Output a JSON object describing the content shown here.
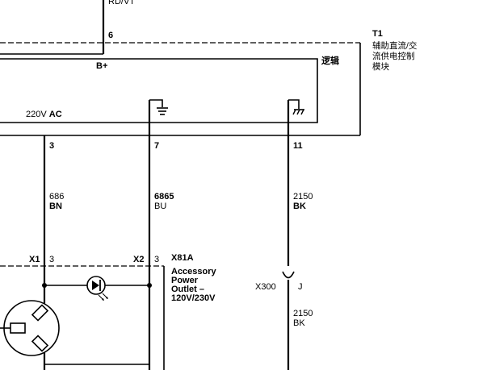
{
  "top_wire": {
    "label": "RD/VT",
    "pin": "6"
  },
  "module": {
    "id": "T1",
    "name_line1": "辅助直流/交",
    "name_line2": "流供电控制",
    "name_line3": "模块",
    "supply_label": "B+",
    "logic_label": "逻辑",
    "ac_label_prefix": "220V",
    "ac_label_suffix": "AC",
    "pins": [
      "3",
      "7",
      "11"
    ]
  },
  "wires": [
    {
      "circuit": "686",
      "color": "BN"
    },
    {
      "circuit": "6865",
      "color": "BU"
    },
    {
      "circuit": "2150",
      "color": "BK"
    },
    {
      "circuit": "2150",
      "color": "BK"
    }
  ],
  "outlet": {
    "id": "X81A",
    "desc_line1": "Accessory",
    "desc_line2": "Power",
    "desc_line3": "Outlet –",
    "desc_line4": "120V/230V",
    "connector1": "X1",
    "connector1_pin": "3",
    "connector2": "X2",
    "connector2_pin": "3"
  },
  "inline_connector": {
    "id": "X300",
    "pin": "J"
  },
  "icons": [
    "chassis-ground-icon",
    "signal-ground-icon",
    "led-lamp-icon",
    "power-outlet-icon"
  ]
}
